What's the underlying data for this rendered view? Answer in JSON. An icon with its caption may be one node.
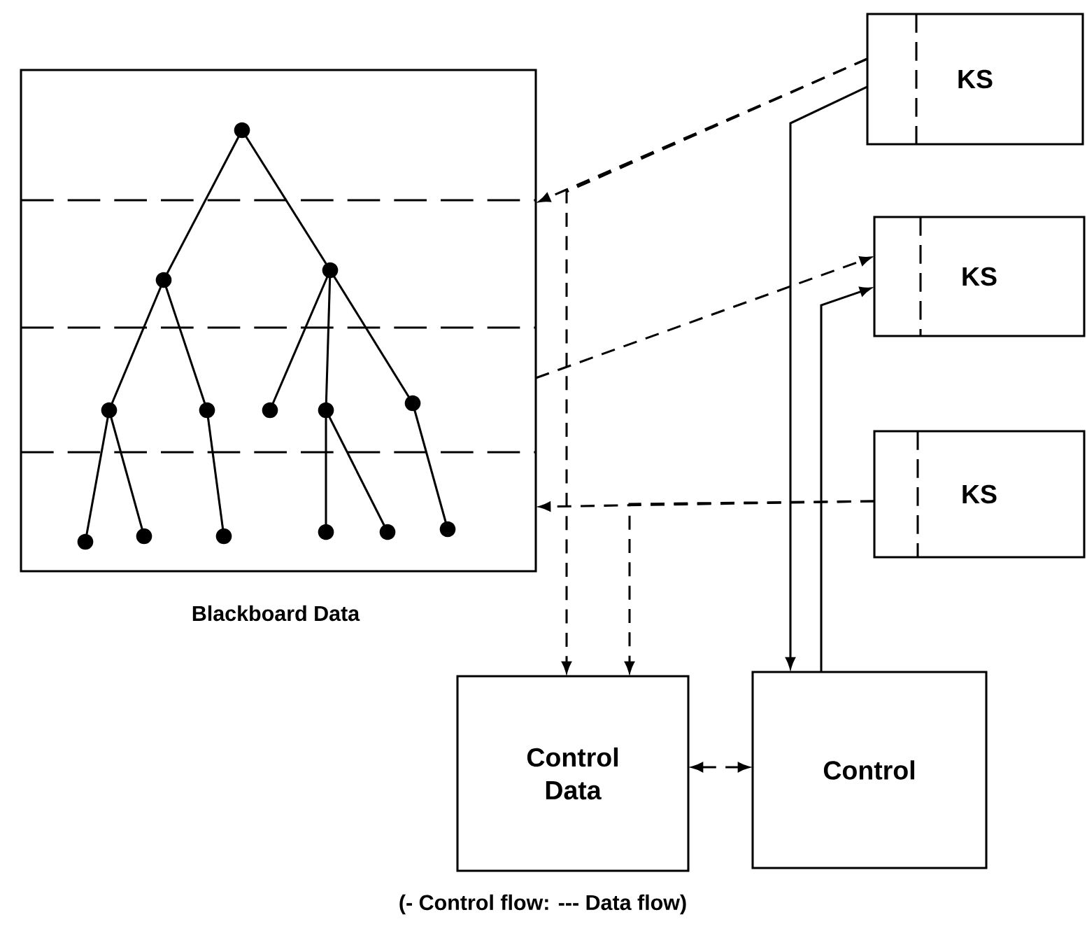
{
  "diagram": {
    "nodes": [
      {
        "text": [
          "Blackboard Data"
        ]
      },
      {
        "text": [
          "KS"
        ]
      },
      {
        "text": [
          "KS"
        ]
      },
      {
        "text": [
          "KS"
        ]
      },
      {
        "text": [
          "Control Data"
        ]
      },
      {
        "text": [
          "Control"
        ]
      }
    ],
    "edges": [
      {
        "from": 1,
        "to": 0,
        "arrow": "to",
        "style": "dashed"
      },
      {
        "from": 1,
        "to": 4,
        "arrow": "to",
        "style": "dashed"
      },
      {
        "from": 0,
        "to": 2,
        "arrow": "to",
        "style": "dashed"
      },
      {
        "from": 3,
        "to": 0,
        "arrow": "to",
        "style": "dashed"
      },
      {
        "from": 3,
        "to": 4,
        "arrow": "to",
        "style": "dashed"
      },
      {
        "from": 1,
        "to": 5,
        "arrow": "to"
      },
      {
        "from": 5,
        "to": 2,
        "arrow": "to"
      },
      {
        "from": 4,
        "to": 5,
        "arrow": "both",
        "style": "dashed"
      }
    ],
    "labels": [
      "(- Control flow: --- Data flow)"
    ]
  }
}
